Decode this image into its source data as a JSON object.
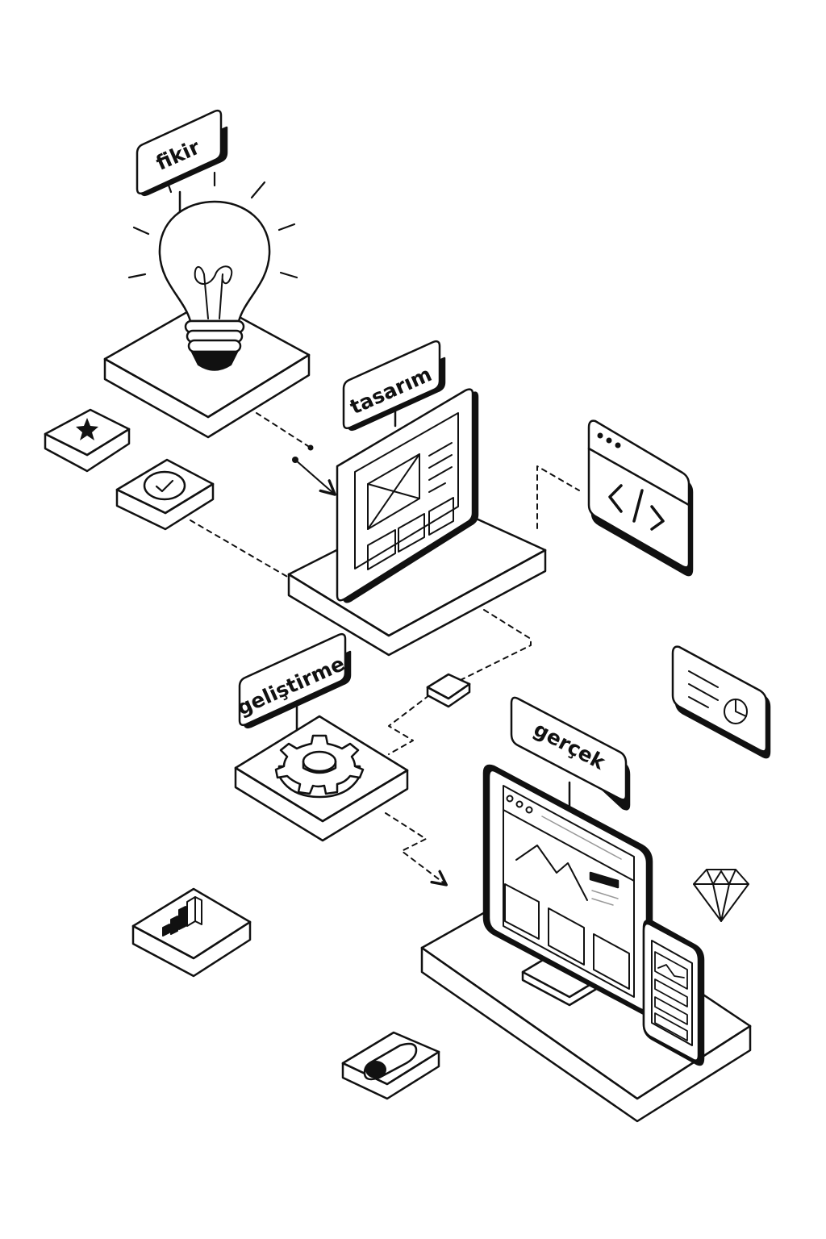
{
  "colors": {
    "ink": "#111111",
    "paper": "#ffffff",
    "shadow": "#eeeeee"
  },
  "stages": [
    {
      "id": "fikir",
      "label": "fikir",
      "icon": "lightbulb-icon"
    },
    {
      "id": "tasarim",
      "label": "tasarım",
      "icon": "wireframe-tablet-icon"
    },
    {
      "id": "gelistirme",
      "label": "geliştirme",
      "icon": "gear-icon"
    },
    {
      "id": "gercek",
      "label": "gerçek",
      "icon": "desktop-and-phone-icon"
    }
  ],
  "tiles": [
    {
      "id": "star",
      "icon": "star-icon"
    },
    {
      "id": "check",
      "icon": "check-circle-icon"
    },
    {
      "id": "code",
      "icon": "code-window-icon",
      "glyph": "</>"
    },
    {
      "id": "cube",
      "icon": "cube-icon"
    },
    {
      "id": "report",
      "icon": "report-card-icon"
    },
    {
      "id": "bars",
      "icon": "bar-chart-icon"
    },
    {
      "id": "diamond",
      "icon": "diamond-icon"
    },
    {
      "id": "toggle",
      "icon": "toggle-switch-icon"
    }
  ]
}
